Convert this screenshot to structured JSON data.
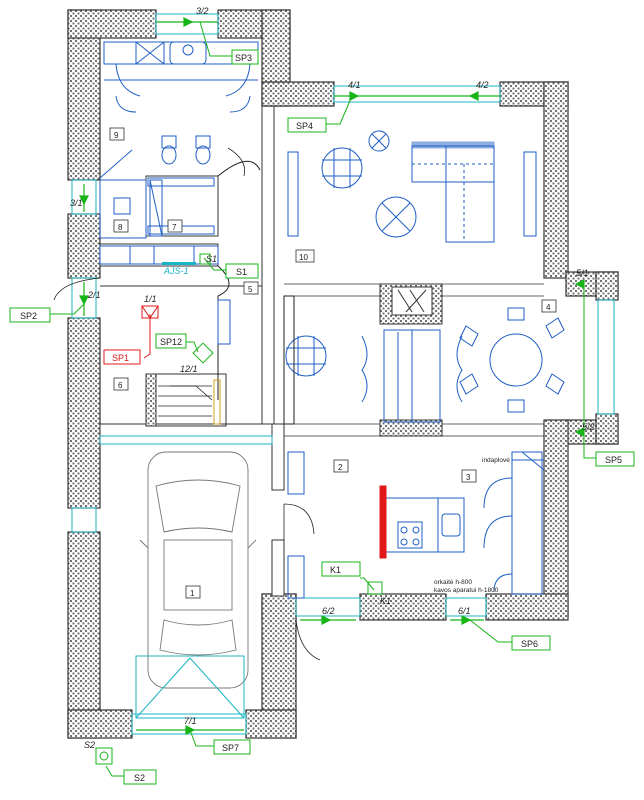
{
  "colors": {
    "wall": "#4a4a4a",
    "hatch": "#8c8c8c",
    "line": "#222222",
    "furniture": "#1f5fc4",
    "green": "#18b418",
    "red": "#e01818",
    "cyan": "#19b4c4",
    "text": "#222222"
  },
  "dimensions": {
    "d3_2": "3/2",
    "d4_1": "4/1",
    "d4_2": "4/2",
    "d3_1": "3/1",
    "d2_1": "2/1",
    "d5_1": "5/1",
    "d5_2": "5/2",
    "d6_2": "6/2",
    "d6_1": "6/1",
    "d7_1": "7/1",
    "d1_1": "1/1",
    "d12_1": "12/1"
  },
  "sp_labels": {
    "sp3": "SP3",
    "sp4": "SP4",
    "sp2": "SP2",
    "sp5": "SP5",
    "sp6": "SP6",
    "sp7": "SP7",
    "sp12": "SP12",
    "sp1": "SP1",
    "s1": "S1",
    "s2_box": "S2",
    "s2_tag": "S2",
    "s1_tag": "S1",
    "k1_box": "K1",
    "k1_tag": "K1",
    "ajs": "AJS-1"
  },
  "rooms": {
    "r1": "1",
    "r2": "2",
    "r3": "3",
    "r4": "4",
    "r5": "5",
    "r6": "6",
    "r7": "7",
    "r8": "8",
    "r9": "9",
    "r10": "10"
  },
  "notes": {
    "indaplovė": "indaplovė",
    "orkaitė": "orkaitė h-800",
    "kavos": "kavos aparatui h-1800"
  }
}
